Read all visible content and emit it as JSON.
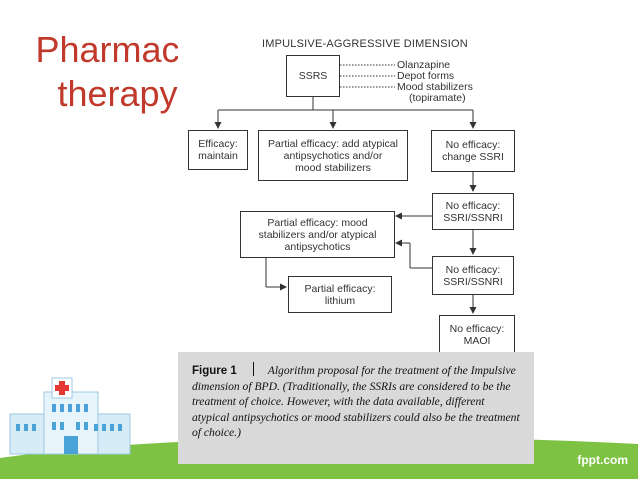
{
  "slide": {
    "title_line1": "Pharmaco",
    "title_line2": "therapy",
    "brand": "fppt.com"
  },
  "diagram": {
    "heading": "IMPULSIVE-AGGRESSIVE DIMENSION",
    "ssrs": "SSRS",
    "side_options": [
      "Olanzapine",
      "Depot forms",
      "Mood stabilizers",
      "(topiramate)"
    ],
    "efficacy_maintain": [
      "Efficacy:",
      "maintain"
    ],
    "partial_add": [
      "Partial efficacy: add atypical",
      "antipsychotics and/or",
      "mood stabilizers"
    ],
    "no_eff_change": [
      "No efficacy:",
      "change SSRI"
    ],
    "no_eff_ssri_1": [
      "No efficacy:",
      "SSRI/SSNRI"
    ],
    "partial_mood": [
      "Partial efficacy: mood",
      "stabilizers and/or atypical",
      "antipsychotics"
    ],
    "no_eff_ssri_2": [
      "No efficacy:",
      "SSRI/SSNRI"
    ],
    "partial_lithium": [
      "Partial efficacy:",
      "lithium"
    ],
    "no_eff_maoi": [
      "No efficacy:",
      "MAOI"
    ]
  },
  "caption": {
    "label": "Figure 1",
    "text": "Algorithm proposal for the treatment of the Impulsive dimension of BPD. (Traditionally, the SSRIs are considered to be the treatment of choice. However, with the data available, different atypical antipsychotics or mood stabilizers could also be the treatment of choice.)"
  },
  "colors": {
    "title": "#c0392b",
    "ground": "#7dc242",
    "caption_bg": "#d9d9d9"
  },
  "icons": [
    "hospital-building-icon"
  ]
}
